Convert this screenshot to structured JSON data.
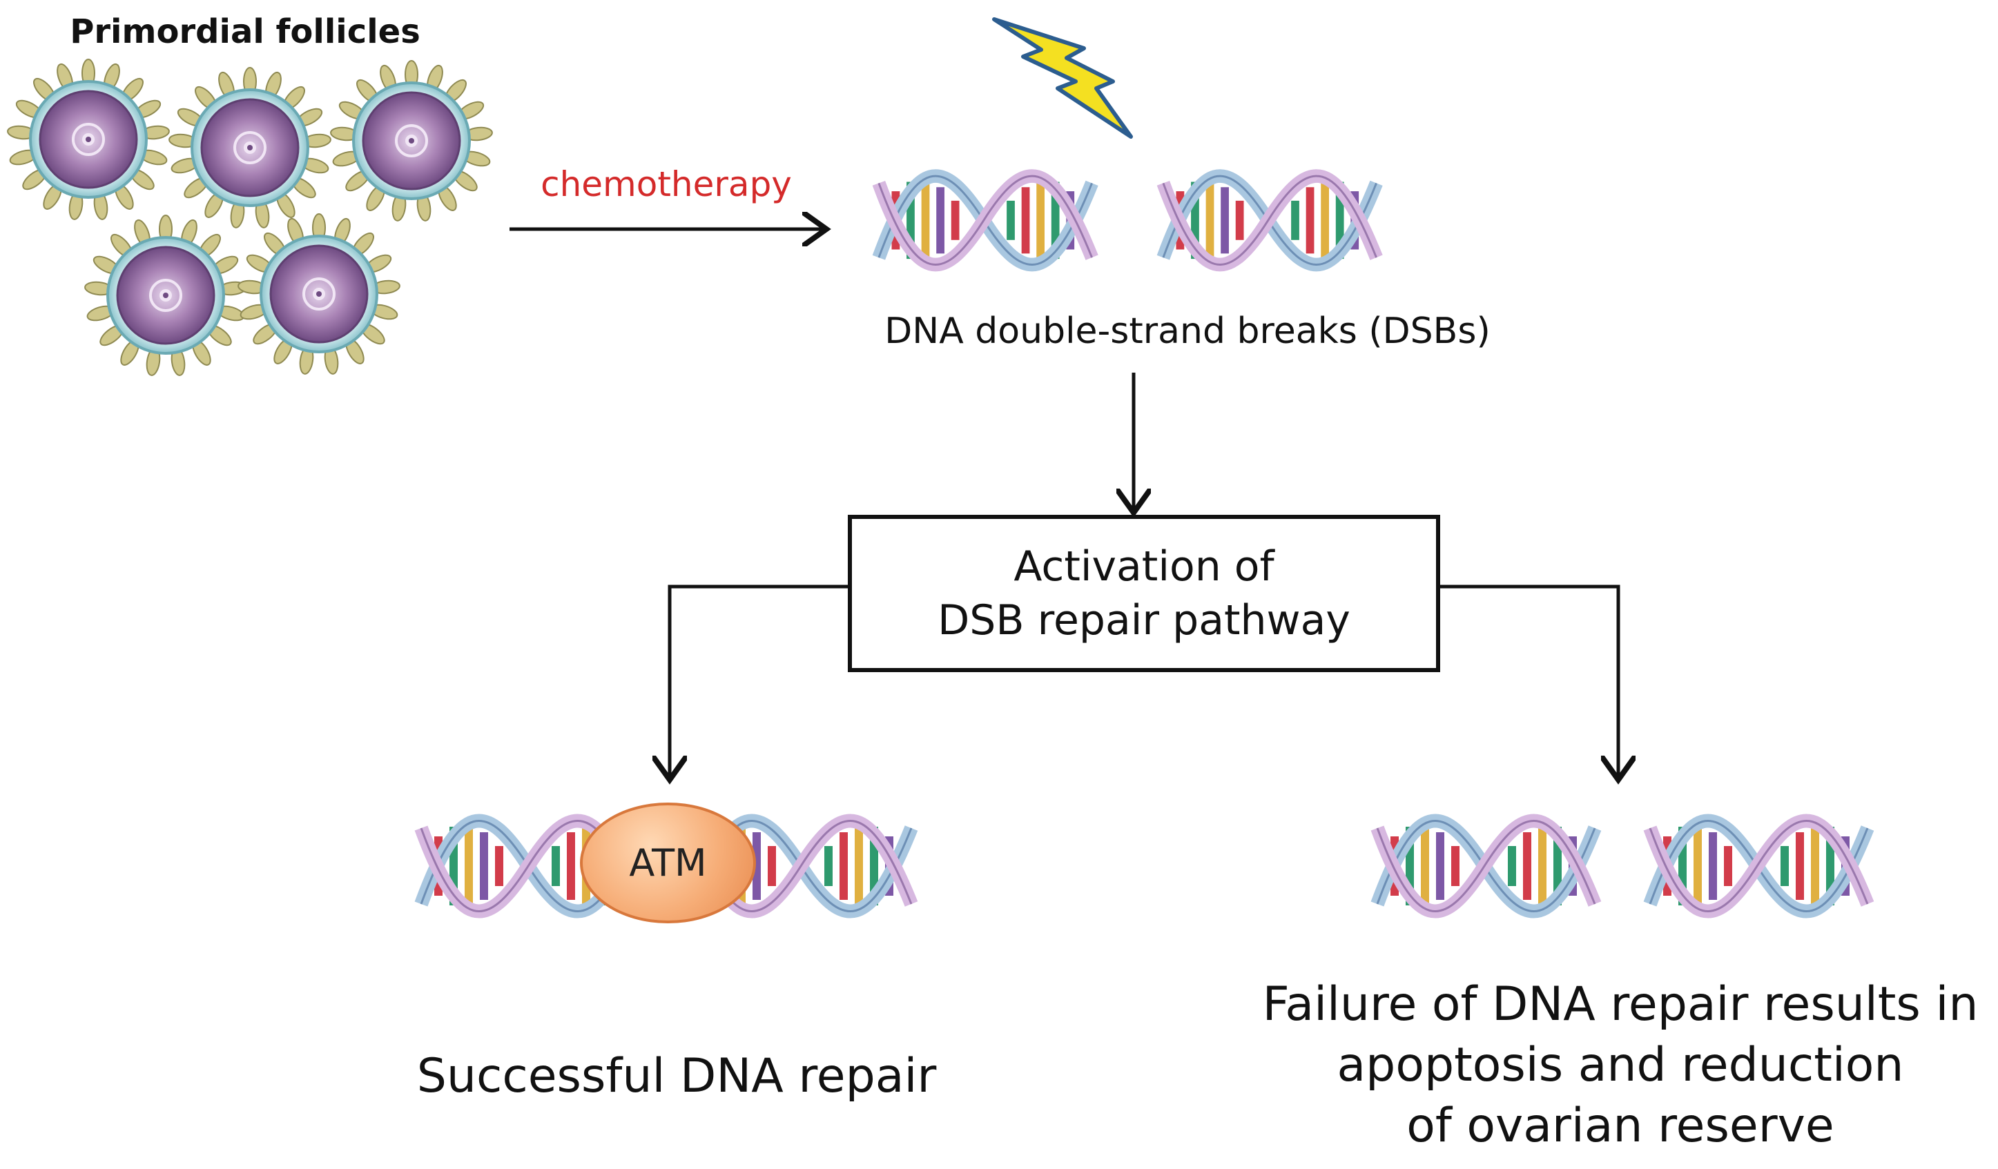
{
  "labels": {
    "primordial_follicles": "Primordial follicles",
    "chemotherapy": "chemotherapy",
    "dsb": "DNA double-strand breaks (DSBs)",
    "activation_line1": "Activation of",
    "activation_line2": "DSB repair pathway",
    "atm": "ATM",
    "success": "Successful DNA repair",
    "failure_line1": "Failure of DNA repair results in",
    "failure_line2": "apoptosis and reduction",
    "failure_line3": "of ovarian reserve"
  },
  "colors": {
    "chemotherapy_text": "#d42a2a",
    "follicle_oocyte": "#9a73a9",
    "follicle_zona": "#bfe1e6",
    "granulosa": "#c9c07a",
    "atm_fill": "#f6ad77",
    "lightning": "#f4e021",
    "dna_base_colors": [
      "#d23c4a",
      "#2f9a6e",
      "#e0b040",
      "#7d58a6"
    ]
  },
  "icons": {
    "lightning": "lightning-bolt-icon",
    "dna": "dna-helix-icon",
    "follicle": "follicle-icon"
  }
}
